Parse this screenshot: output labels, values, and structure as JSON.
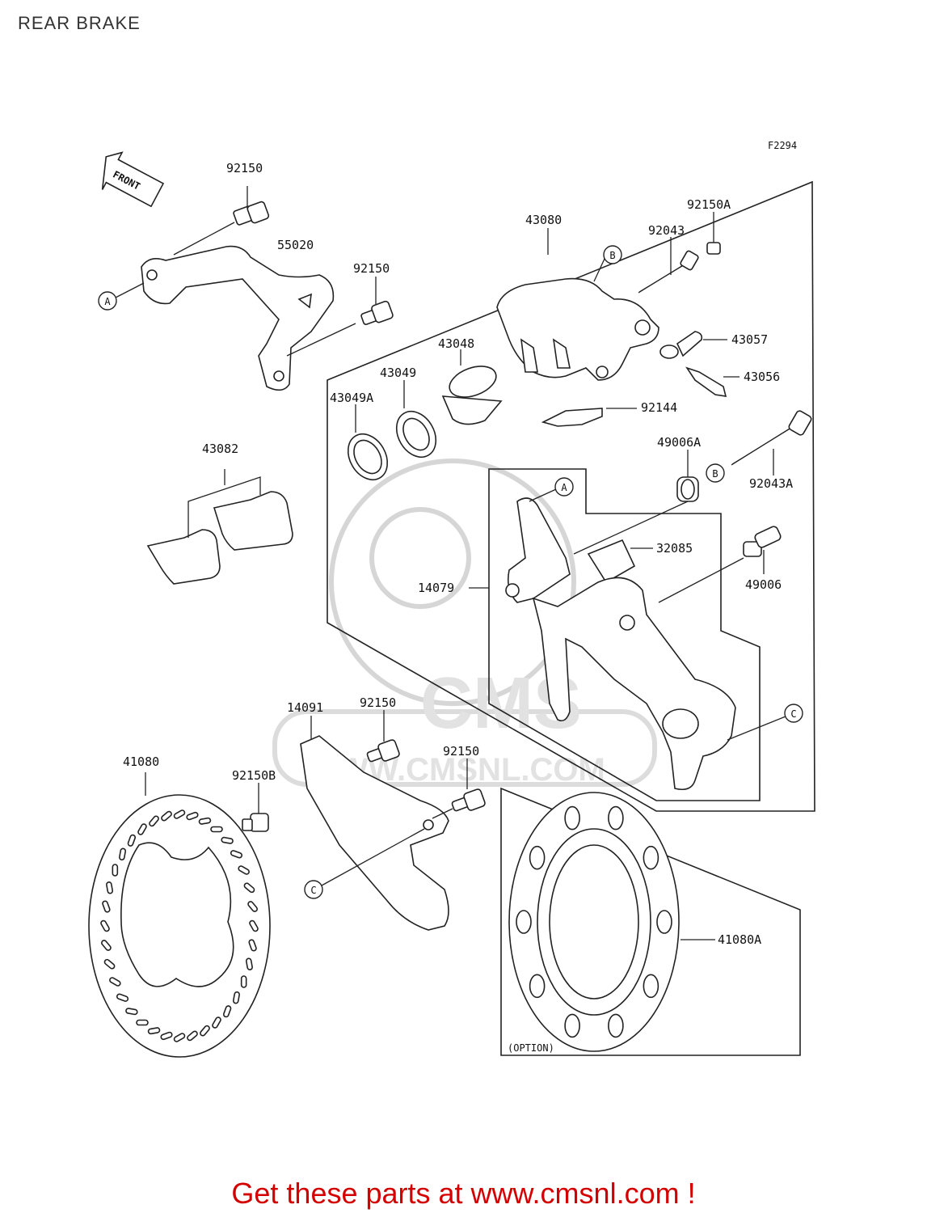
{
  "header": {
    "title": "REAR BRAKE"
  },
  "figure_code": "F2294",
  "front_label": "FRONT",
  "option_label": "(OPTION)",
  "watermark": {
    "logo": "CMS",
    "url": "WWW.CMSNL.COM"
  },
  "footer": {
    "text": "Get these parts at www.cmsnl.com !"
  },
  "refs": {
    "a": "A",
    "b": "B",
    "c": "C"
  },
  "parts": {
    "p92150_top": "92150",
    "p55020": "55020",
    "p92150_mid": "92150",
    "p43080": "43080",
    "p92150A": "92150A",
    "p92043": "92043",
    "p43057": "43057",
    "p43056": "43056",
    "p43048": "43048",
    "p43049": "43049",
    "p43049A": "43049A",
    "p92144": "92144",
    "p43082": "43082",
    "p49006A": "49006A",
    "p92043A": "92043A",
    "p32085": "32085",
    "p14079": "14079",
    "p49006": "49006",
    "p14091": "14091",
    "p92150_low1": "92150",
    "p92150_low2": "92150",
    "p41080": "41080",
    "p92150B": "92150B",
    "p41080A": "41080A"
  }
}
